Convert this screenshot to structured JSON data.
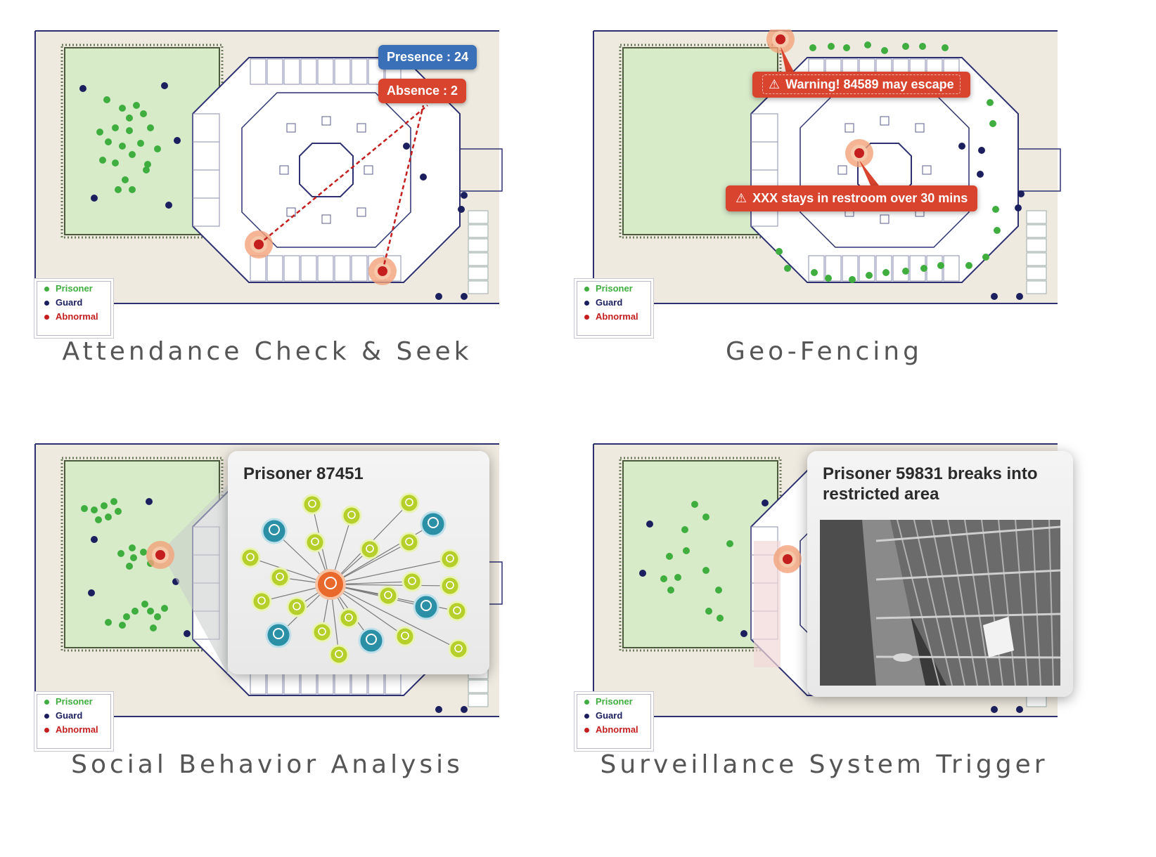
{
  "legend": {
    "items": [
      {
        "label": "Prisoner",
        "color": "#3fae3f"
      },
      {
        "label": "Guard",
        "color": "#1b1f5e"
      },
      {
        "label": "Abnormal",
        "color": "#c41e1e"
      }
    ]
  },
  "panels": [
    {
      "caption": "Attendance Check & Seek",
      "badges": {
        "presence": "Presence : 24",
        "absence": "Absence : 2"
      }
    },
    {
      "caption": "Geo-Fencing",
      "alerts": {
        "escape": "Warning! 84589 may escape",
        "restroom": "XXX stays in restroom over 30 mins"
      }
    },
    {
      "caption": "Social Behavior Analysis",
      "popup_title": "Prisoner 87451"
    },
    {
      "caption": "Surveillance System Trigger",
      "popup_title": "Prisoner 59831 breaks into restricted area"
    }
  ],
  "colors": {
    "prisoner": "#3fae3f",
    "guard": "#1b1f5e",
    "abnormal": "#c41e1e",
    "alert": "#d9442e",
    "badge": "#3a70b8",
    "yard": "#d7ebc9",
    "floor": "#efeae0",
    "wall": "#2d3170"
  }
}
